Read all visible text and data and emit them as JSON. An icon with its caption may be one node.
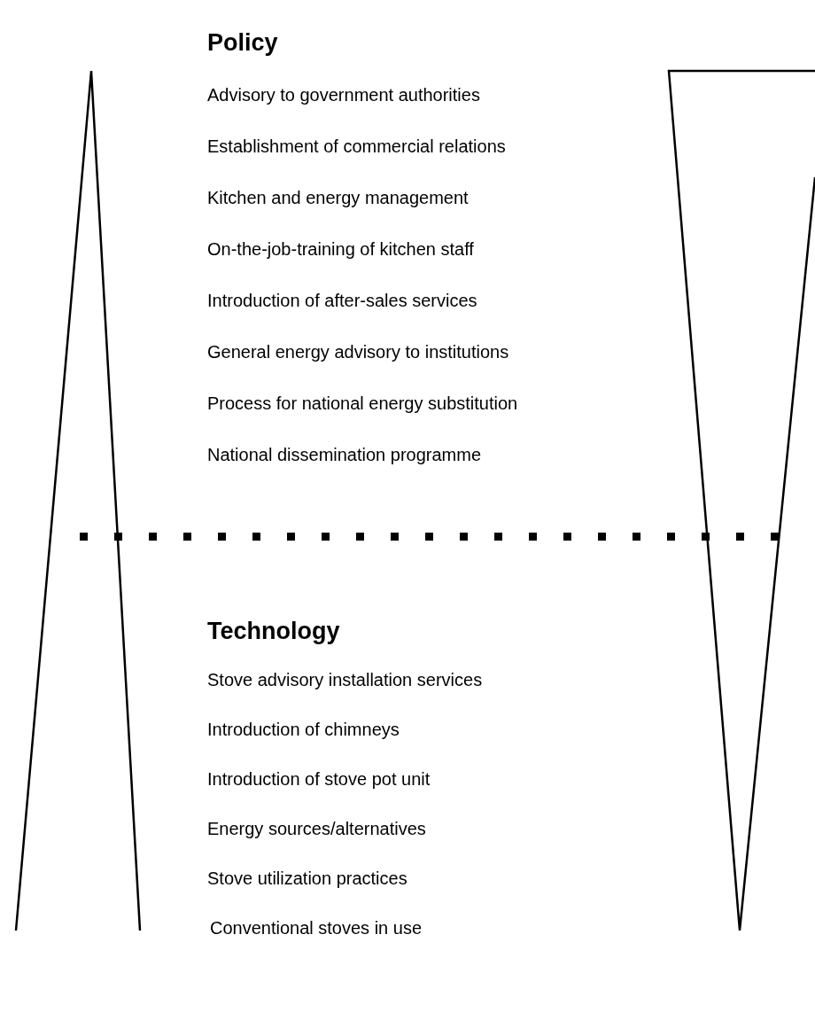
{
  "diagram": {
    "labels": [
      "Policy",
      "Advisory to government authorities",
      "Establishment of commercial relations",
      "Kitchen and energy management",
      "On-the-job-training of kitchen staff",
      "Introduction of after-sales services",
      "General energy advisory to institutions",
      "Process for national energy substitution",
      "National dissemination programme",
      "Technology",
      "Stove advisory installation services",
      "Introduction of chimneys",
      "Introduction of stove pot unit",
      "Energy sources/alternatives",
      "Stove utilization practices",
      "Conventional stoves in use"
    ]
  }
}
